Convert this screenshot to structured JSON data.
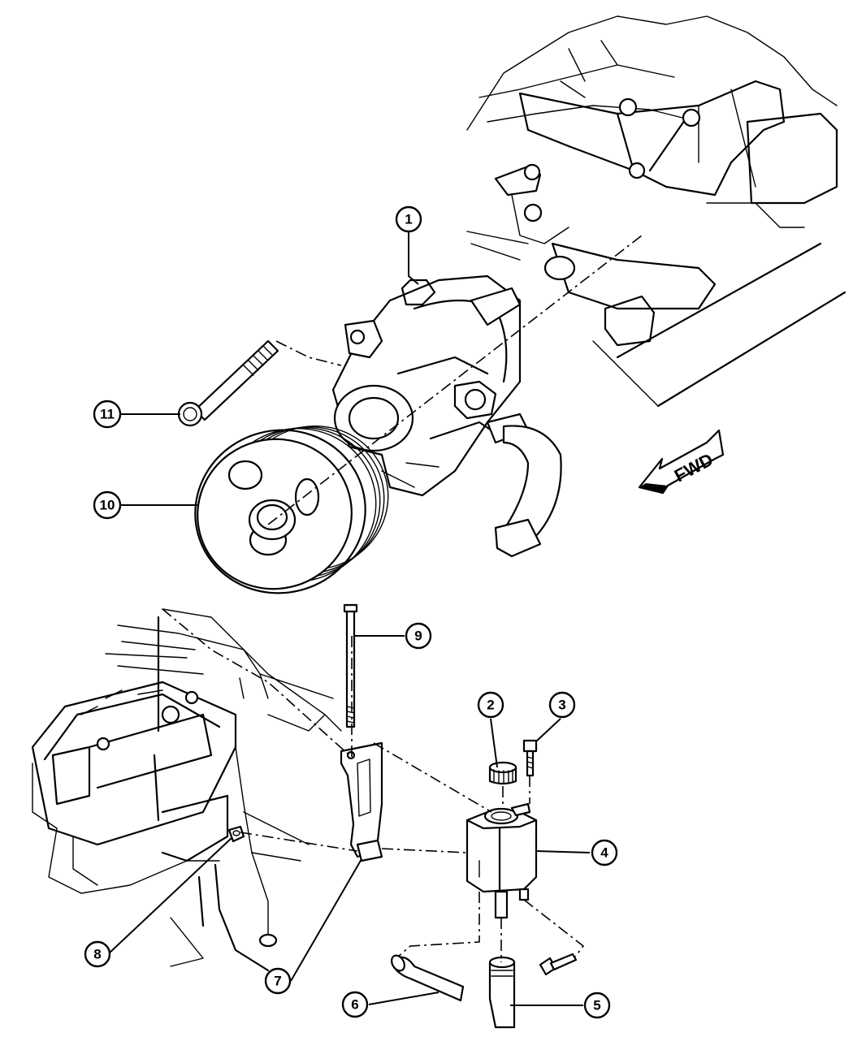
{
  "callouts": [
    {
      "id": "1",
      "label": "1"
    },
    {
      "id": "2",
      "label": "2"
    },
    {
      "id": "3",
      "label": "3"
    },
    {
      "id": "4",
      "label": "4"
    },
    {
      "id": "5",
      "label": "5"
    },
    {
      "id": "6",
      "label": "6"
    },
    {
      "id": "7",
      "label": "7"
    },
    {
      "id": "8",
      "label": "8"
    },
    {
      "id": "9",
      "label": "9"
    },
    {
      "id": "10",
      "label": "10"
    },
    {
      "id": "11",
      "label": "11"
    }
  ],
  "direction_arrow": {
    "label": "FWD"
  }
}
